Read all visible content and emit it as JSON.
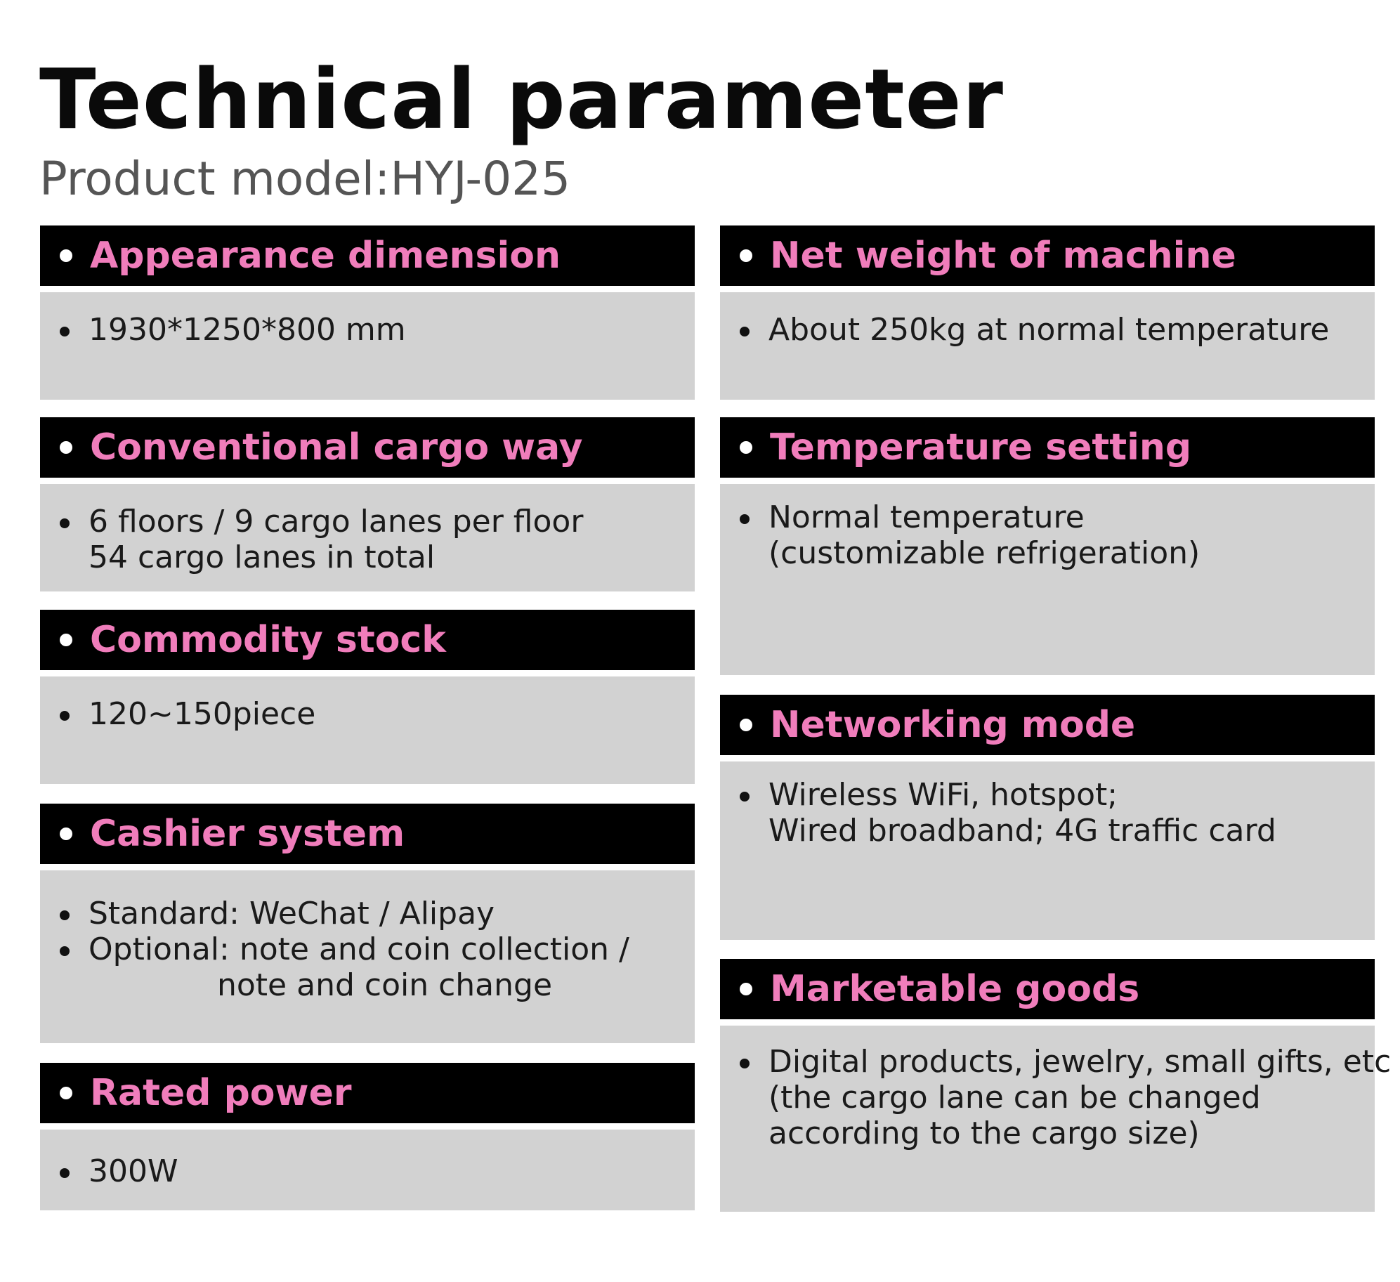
{
  "title": "Technical parameter",
  "subtitle": "Product model:HYJ-025",
  "left": [
    {
      "header": "Appearance dimension",
      "items": [
        [
          "1930*1250*800  mm"
        ]
      ]
    },
    {
      "header": "Conventional cargo way",
      "items": [
        [
          "6 floors / 9 cargo lanes per floor",
          "54 cargo lanes in total"
        ]
      ]
    },
    {
      "header": "Commodity stock",
      "items": [
        [
          "120~150piece"
        ]
      ]
    },
    {
      "header": "Cashier system",
      "items": [
        [
          "Standard: WeChat / Alipay"
        ],
        [
          "Optional: note and coin collection /",
          "note and coin change"
        ]
      ]
    },
    {
      "header": "Rated power",
      "items": [
        [
          "300W"
        ]
      ]
    }
  ],
  "right": [
    {
      "header": "Net weight of machine",
      "items": [
        [
          "About 250kg at normal temperature"
        ]
      ]
    },
    {
      "header": "Temperature setting",
      "items": [
        [
          "Normal temperature",
          "(customizable refrigeration)"
        ]
      ]
    },
    {
      "header": "Networking mode",
      "items": [
        [
          "Wireless WiFi, hotspot;",
          "Wired broadband; 4G traffic card"
        ]
      ]
    },
    {
      "header": "Marketable goods",
      "items": [
        [
          "Digital products, jewelry, small gifts, etc",
          "(the cargo lane can be changed",
          "according to the cargo size)"
        ]
      ]
    }
  ]
}
